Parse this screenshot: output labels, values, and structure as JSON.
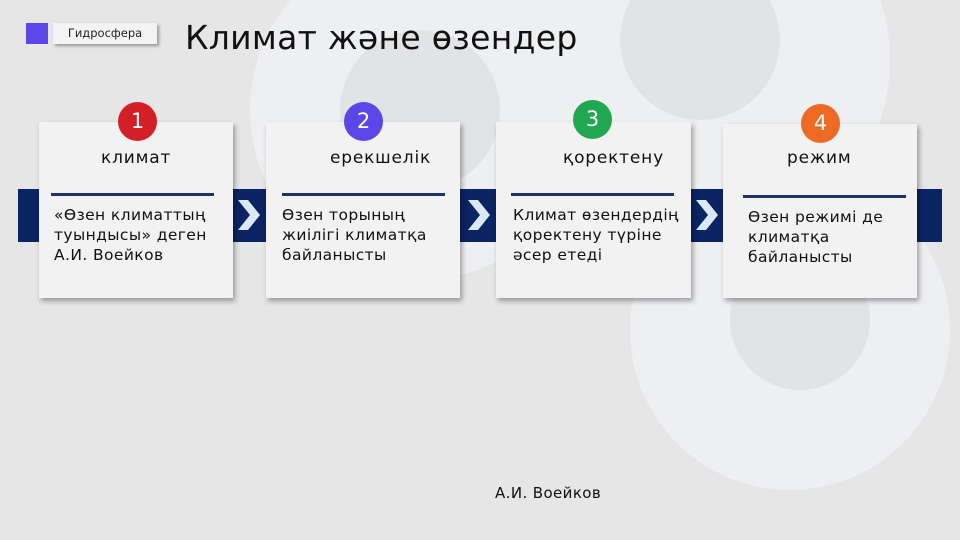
{
  "header": {
    "tag_label": "Гидросфера",
    "tag_color": "#5b46e8",
    "title": "Климат және өзендер"
  },
  "steps": [
    {
      "number": "1",
      "badge_color": "#d32027",
      "heading": "климат",
      "body": "«Өзен климаттың туындысы» деген А.И. Воейков"
    },
    {
      "number": "2",
      "badge_color": "#5b46e8",
      "heading": "ерекшелік",
      "body": "Өзен торының жиілігі климатқа байланысты"
    },
    {
      "number": "3",
      "badge_color": "#1fa84f",
      "heading": "қоректену",
      "body": "Климат өзендердің қоректену түріне әсер етеді"
    },
    {
      "number": "4",
      "badge_color": "#ec6a23",
      "heading": "режим",
      "body": "Өзен режимі де климатқа байланысты"
    }
  ],
  "band_color": "#0b2463",
  "footer": {
    "author": "А.И. Воейков"
  }
}
